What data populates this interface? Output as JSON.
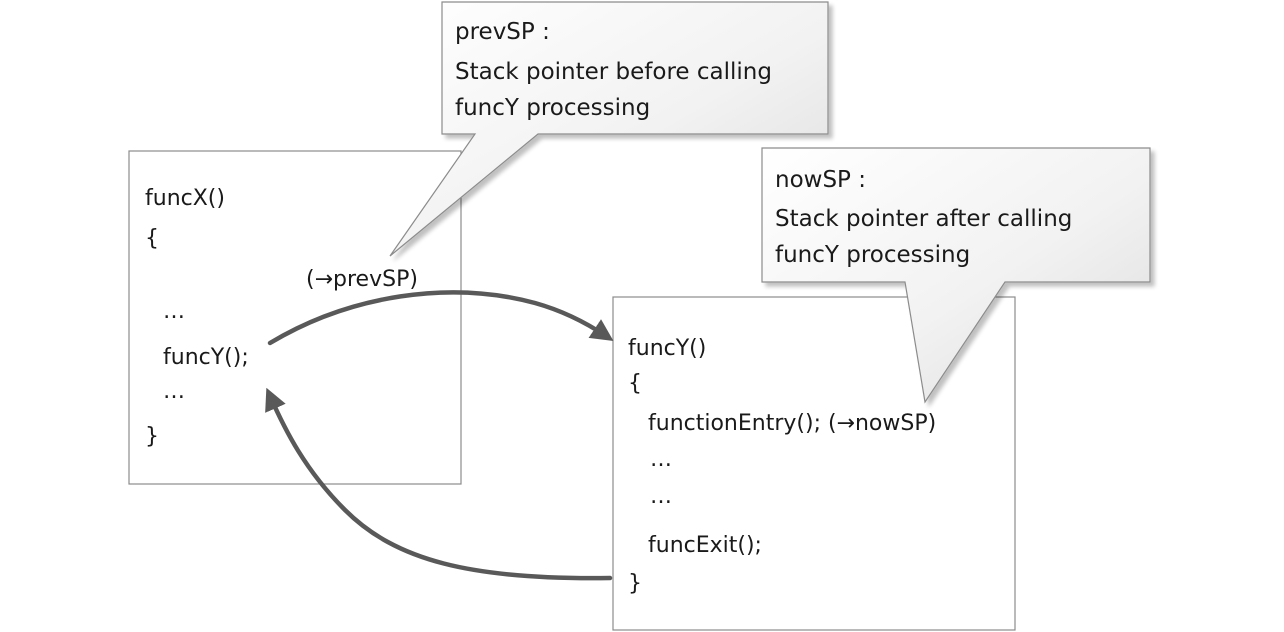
{
  "funcX_box": {
    "lines": [
      "funcX()",
      "{",
      "(→prevSP)",
      "…",
      "funcY();",
      "…",
      "}"
    ]
  },
  "funcY_box": {
    "lines": [
      "funcY()",
      "{",
      "functionEntry(); (→nowSP)",
      "…",
      "…",
      "funcExit();",
      "}"
    ]
  },
  "callout_prev": {
    "lines": [
      "prevSP :",
      "Stack pointer before calling",
      "funcY processing"
    ]
  },
  "callout_now": {
    "lines": [
      "nowSP :",
      "Stack pointer after calling",
      "funcY processing"
    ]
  },
  "colors": {
    "arrow": "#595959",
    "box_border": "#8c8c8c",
    "bubble_fill_light": "#ffffff",
    "bubble_fill_dark": "#e2e2e2"
  }
}
